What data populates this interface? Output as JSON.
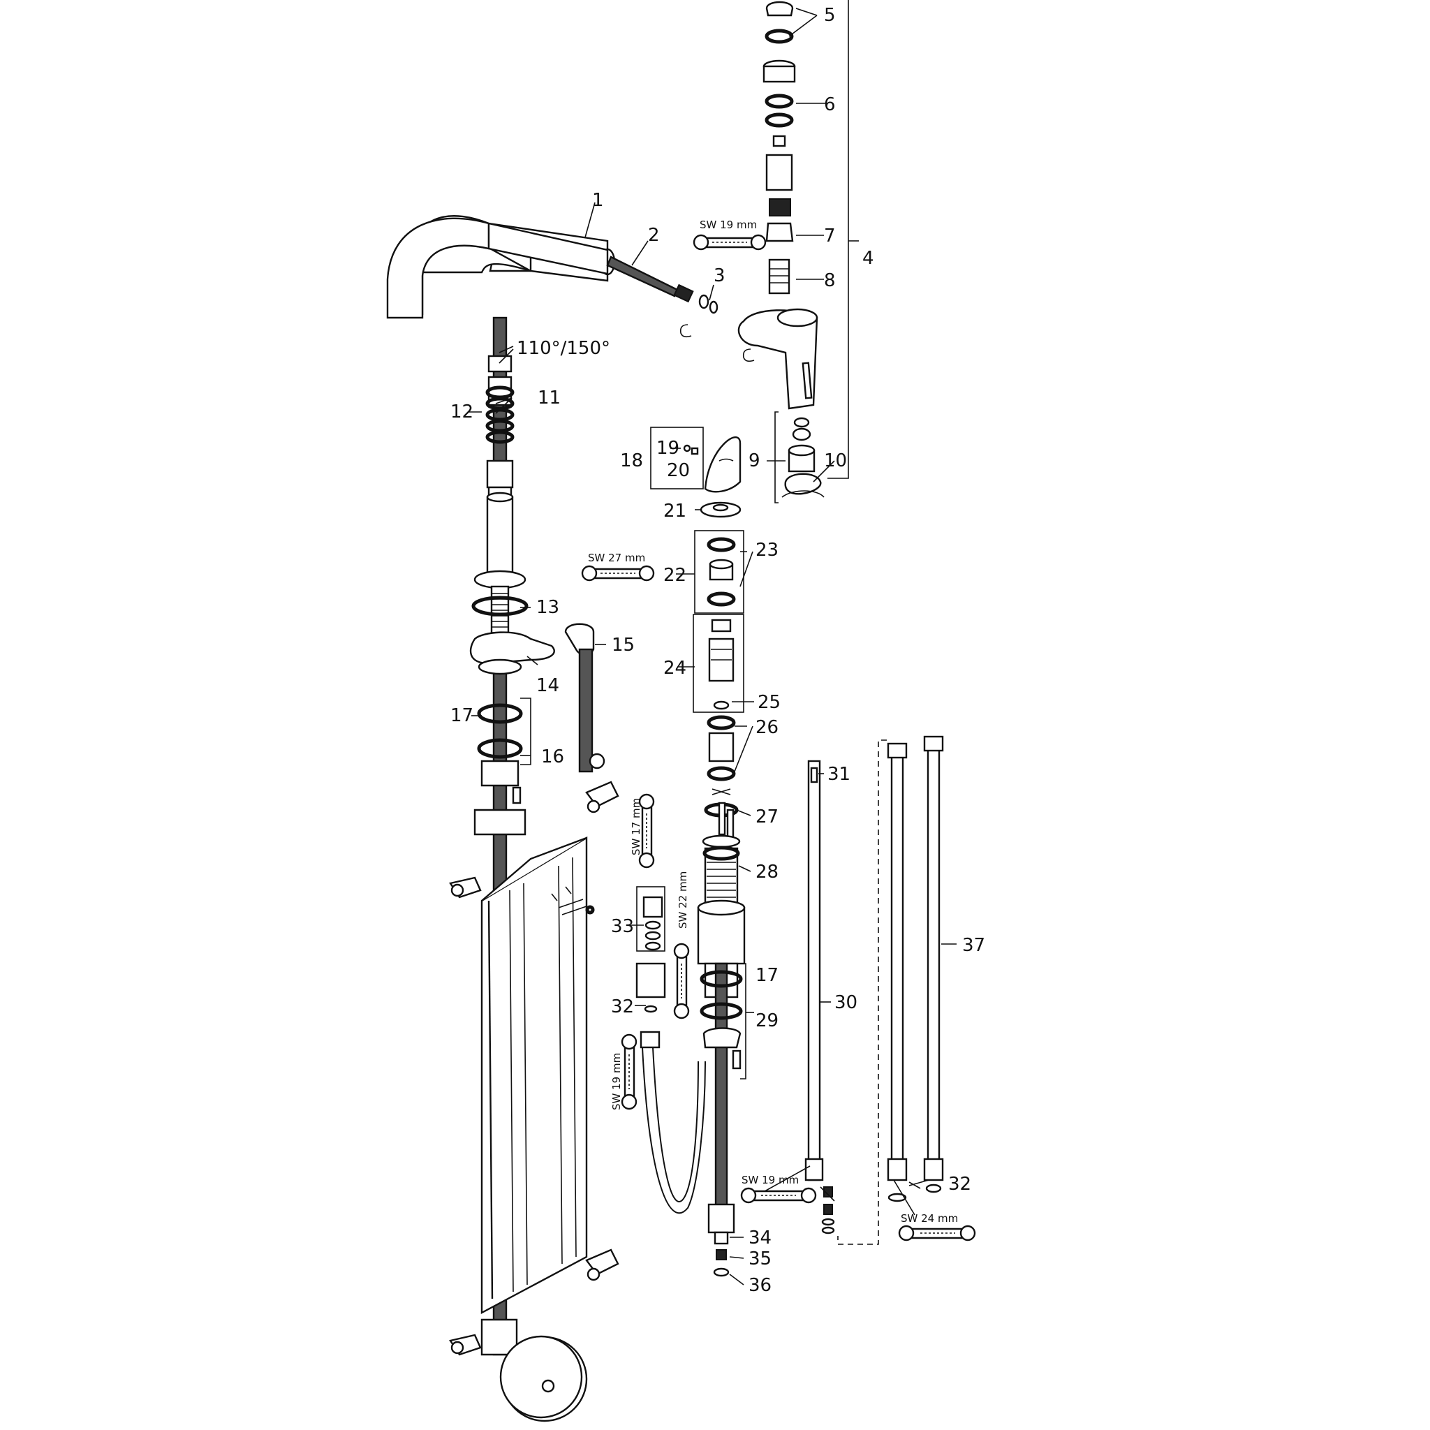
{
  "diagram": {
    "labels": {
      "p1": "1",
      "p2": "2",
      "p3": "3",
      "p4": "4",
      "p5": "5",
      "p6": "6",
      "p7": "7",
      "p8": "8",
      "p9": "9",
      "p10": "10",
      "p11": "11",
      "p12": "12",
      "p13": "13",
      "p14": "14",
      "p15": "15",
      "p16": "16",
      "p17a": "17",
      "p17b": "17",
      "p18": "18",
      "p19": "19",
      "p20": "20",
      "p21": "21",
      "p22": "22",
      "p23": "23",
      "p24": "24",
      "p25": "25",
      "p26": "26",
      "p27": "27",
      "p28": "28",
      "p29": "29",
      "p30": "30",
      "p31": "31",
      "p32a": "32",
      "p32b": "32",
      "p33": "33",
      "p34": "34",
      "p35": "35",
      "p36": "36",
      "p37": "37"
    },
    "rotation": "110°/150°",
    "wrenches": {
      "w19_top": "SW 19 mm",
      "w27": "SW 27 mm",
      "w17": "SW 17 mm",
      "w22": "SW 22 mm",
      "w19_left": "SW 19 mm",
      "w19_bottom": "SW 19 mm",
      "w24": "SW 24 mm"
    }
  }
}
